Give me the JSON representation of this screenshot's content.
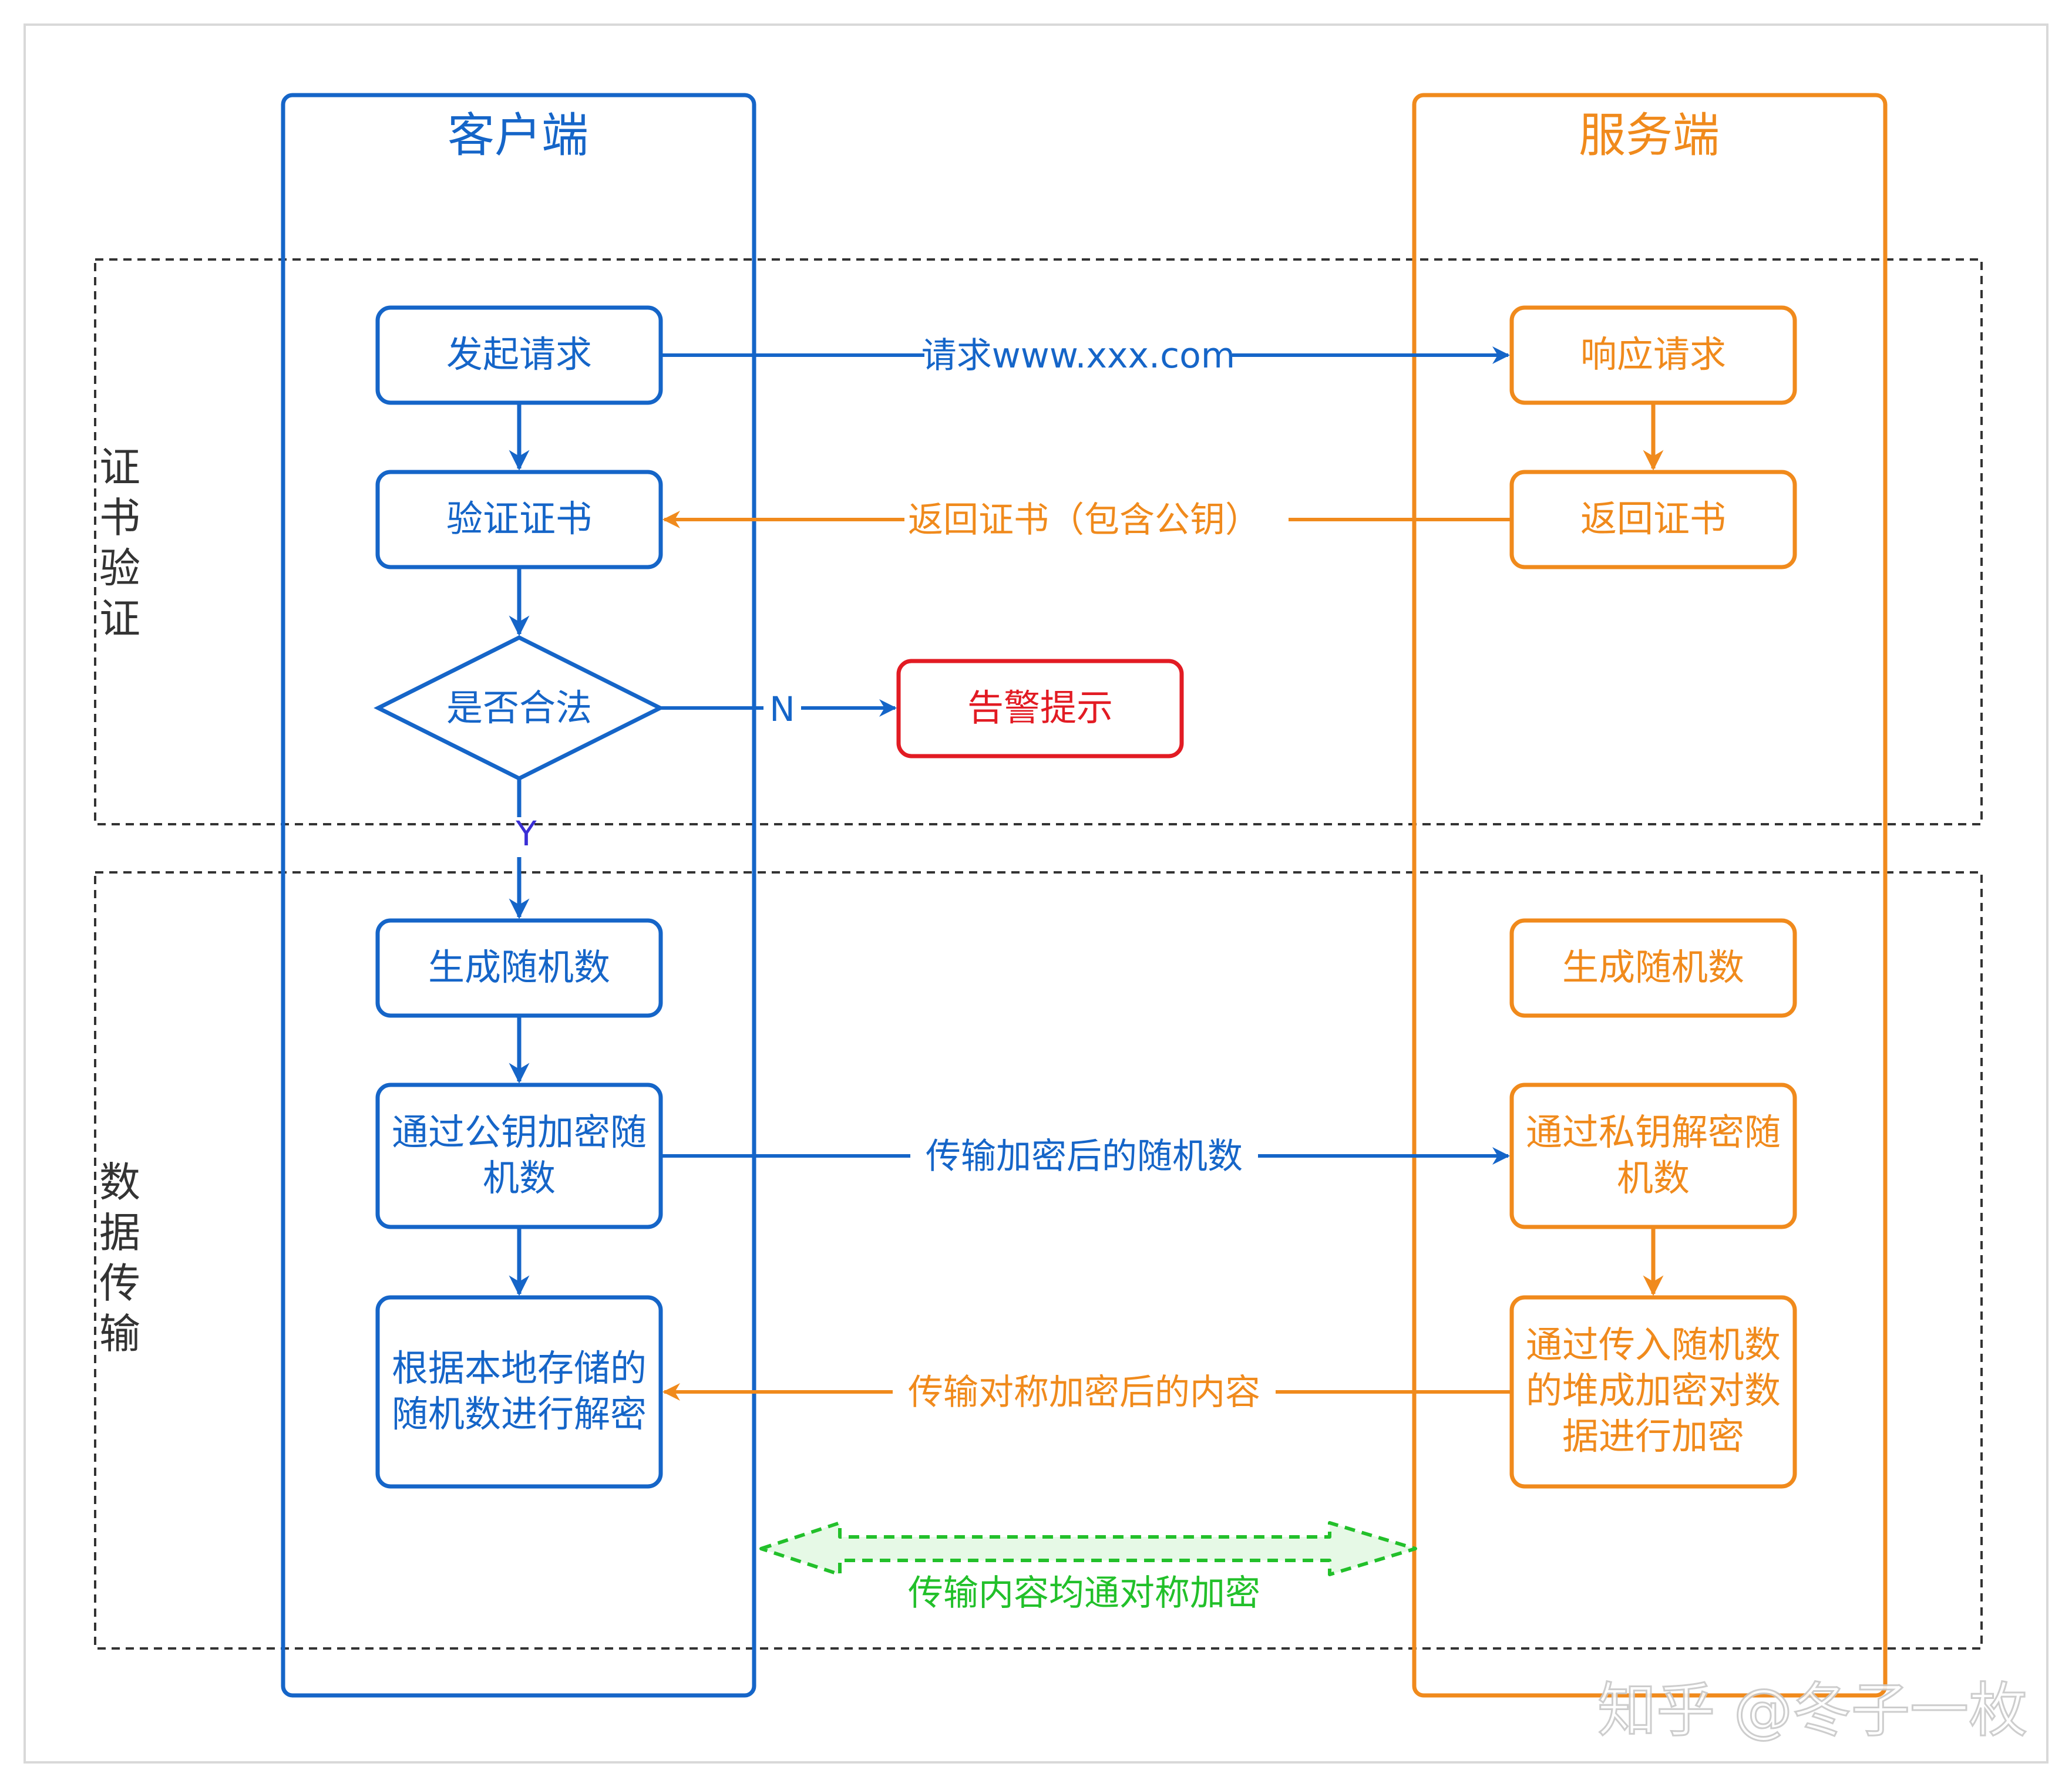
{
  "lanes": {
    "client": "客户端",
    "server": "服务端"
  },
  "sections": {
    "cert_verification": [
      "证",
      "书",
      "验",
      "证"
    ],
    "data_transfer": [
      "数",
      "据",
      "传",
      "输"
    ]
  },
  "nodes": {
    "initiate_request": "发起请求",
    "verify_cert": "验证证书",
    "is_valid": "是否合法",
    "alert": "告警提示",
    "client_gen_random": "生成随机数",
    "encrypt_random": [
      "通过公钥加密随",
      "机数"
    ],
    "decrypt_local": [
      "根据本地存储的",
      "随机数进行解密"
    ],
    "respond_request": "响应请求",
    "return_cert": "返回证书",
    "server_gen_random": "生成随机数",
    "decrypt_random": [
      "通过私钥解密随",
      "机数"
    ],
    "encrypt_data": [
      "通过传入随机数",
      "的堆成加密对数",
      "据进行加密"
    ]
  },
  "edges": {
    "request_url": "请求www.xxx.com",
    "return_cert_pubkey": "返回证书（包含公钥）",
    "no": "N",
    "yes": "Y",
    "send_encrypted_random": "传输加密后的随机数",
    "send_sym_encrypted": "传输对称加密后的内容",
    "all_symmetric": "传输内容均通对称加密"
  },
  "watermark": "知乎 @冬子一枚",
  "colors": {
    "client": "#1565c8",
    "server": "#f08a1c",
    "alert": "#e21b23",
    "symmetric": "#22c02a",
    "yes_label": "#3a2fd6",
    "frame": "#d9d9d9",
    "dashed": "#333333"
  }
}
